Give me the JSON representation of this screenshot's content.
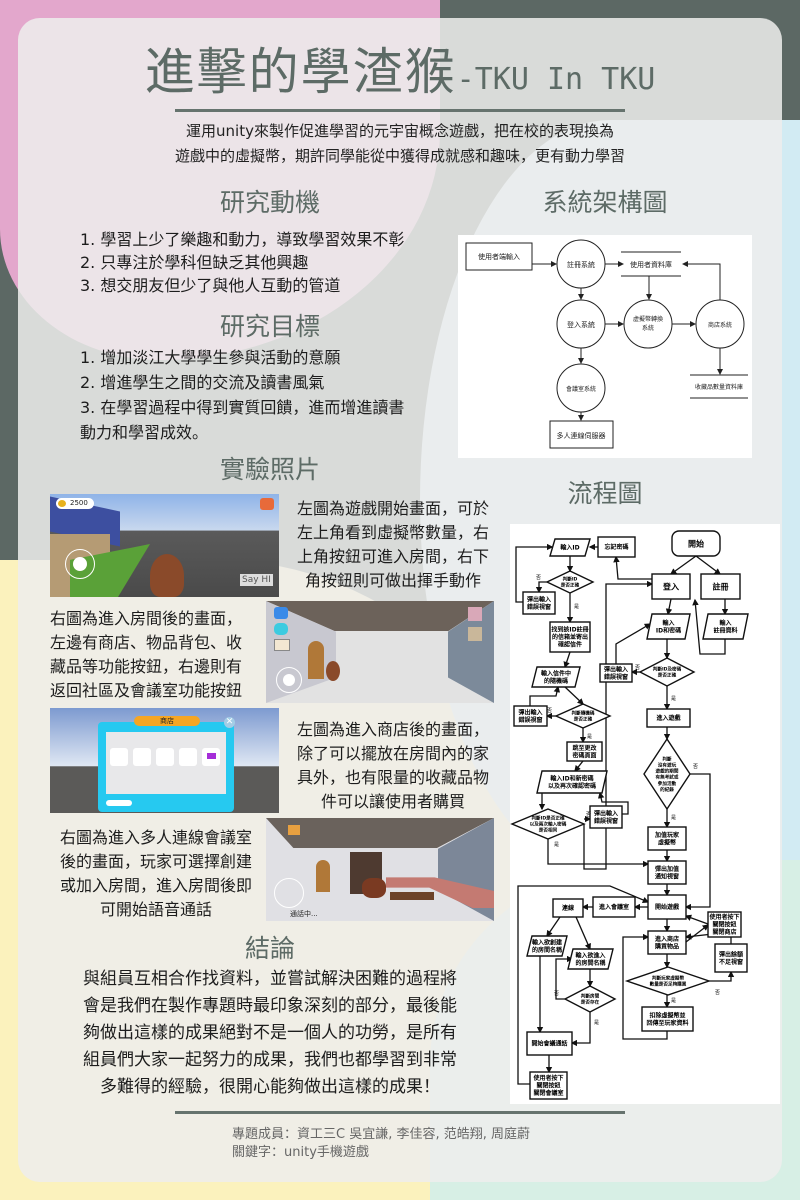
{
  "header": {
    "title": "進擊的學渣猴",
    "title_suffix": "-TKU In TKU",
    "subtitle_lines": [
      "運用unity來製作促進學習的元宇宙概念遊戲，把在校的表現換為",
      "遊戲中的虛擬幣，期許同學能從中獲得成就感和趣味，更有動力學習"
    ]
  },
  "motivation": {
    "heading": "研究動機",
    "items": [
      "1. 學習上少了樂趣和動力，導致學習效果不彰",
      "2. 只專注於學科但缺乏其他興趣",
      "3. 想交朋友但少了與他人互動的管道"
    ]
  },
  "goals": {
    "heading": "研究目標",
    "items": [
      "1. 增加淡江大學學生參與活動的意願",
      "2. 增進學生之間的交流及讀書風氣",
      "3. 在學習過程中得到實質回饋，進而增進讀書",
      "動力和學習成效。"
    ]
  },
  "photos": {
    "heading": "實驗照片",
    "captions": [
      [
        "左圖為遊戲開始畫面，可於",
        "左上角看到虛擬幣數量，右",
        "上角按鈕可進入房間，右下",
        "角按鈕則可做出揮手動作"
      ],
      [
        "右圖為進入房間後的畫面，",
        "左邊有商店、物品背包、收",
        "藏品等功能按鈕，右邊則有",
        "返回社區及會議室功能按鈕"
      ],
      [
        "左圖為進入商店後的畫面，",
        "除了可以擺放在房間內的家",
        "具外，也有限量的收藏品物",
        "件可以讓使用者購買"
      ],
      [
        "右圖為進入多人連線會議室",
        "後的畫面，玩家可選擇創建",
        "或加入房間，進入房間後即",
        "可開始語音通話"
      ]
    ],
    "coin_count": "2500",
    "say_hi_button": "Say HI",
    "shop_title": "商店",
    "call_status": "通話中..."
  },
  "conclusion": {
    "heading": "結論",
    "lines": [
      "與組員互相合作找資料，並嘗試解決困難的過程將",
      "會是我們在製作專題時最印象深刻的部分，最後能",
      "夠做出這樣的成果絕對不是一個人的功勞，是所有",
      "組員們大家一起努力的成果，我們也都學習到非常",
      "多難得的經驗，很開心能夠做出這樣的成果！"
    ]
  },
  "architecture": {
    "heading": "系統架構圖",
    "nodes": {
      "client_input": "使用者端輸入",
      "register_system": "註冊系統",
      "user_db": "使用者資料庫",
      "login_system": "登入系統",
      "currency_system_1": "虛擬幣轉換",
      "currency_system_2": "系統",
      "shop_system": "商店系統",
      "meeting_system": "會議室系統",
      "multiplayer_server": "多人連線伺服器",
      "collection_db": "收藏品數量資料庫"
    }
  },
  "flowchart": {
    "heading": "流程圖",
    "yes": "是",
    "no": "否",
    "nodes": [
      [
        "開始"
      ],
      [
        "登入"
      ],
      [
        "註冊"
      ],
      [
        "忘記密碼"
      ],
      [
        "輸入ID"
      ],
      [
        "判斷ID",
        "是否正確"
      ],
      [
        "彈出輸入",
        "錯誤視窗"
      ],
      [
        "找到該ID註冊",
        "的信箱並寄出",
        "確認信件"
      ],
      [
        "輸入信件中",
        "的隨機碼"
      ],
      [
        "判斷隨機碼",
        "是否正確"
      ],
      [
        "彈出輸入",
        "錯誤視窗"
      ],
      [
        "跳至更改",
        "密碼頁面"
      ],
      [
        "輸入ID和新密碼",
        "以及再次確認密碼"
      ],
      [
        "判斷ID是否正確",
        "以及兩次輸入密碼",
        "是否相同"
      ],
      [
        "彈出輸入",
        "錯誤視窗"
      ],
      [
        "輸入",
        "ID和密碼"
      ],
      [
        "輸入",
        "註冊資料"
      ],
      [
        "判斷ID及密碼",
        "是否正確"
      ],
      [
        "彈出輸入",
        "錯誤視窗"
      ],
      [
        "進入遊戲"
      ],
      [
        "判斷",
        "沒有遊玩",
        "遊戲的期間",
        "有無考試或",
        "參加活動",
        "的紀錄"
      ],
      [
        "加值玩家",
        "虛擬幣"
      ],
      [
        "彈出加值",
        "通知視窗"
      ],
      [
        "開始遊戲"
      ],
      [
        "進入會議室"
      ],
      [
        "連線"
      ],
      [
        "使用者按下",
        "關閉按鈕",
        "關閉商店"
      ],
      [
        "進入商店",
        "購買物品"
      ],
      [
        "彈出餘額",
        "不足視窗"
      ],
      [
        "判斷玩家虛擬幣",
        "數量是否足夠購買"
      ],
      [
        "扣除虛擬幣並",
        "回傳至玩家資料"
      ],
      [
        "輸入欲創建",
        "的房間名稱"
      ],
      [
        "輸入欲進入",
        "的房間名稱"
      ],
      [
        "判斷房間",
        "是否存在"
      ],
      [
        "開始會議通話"
      ],
      [
        "使用者按下",
        "關閉按鈕",
        "關閉會議室"
      ]
    ]
  },
  "footer": {
    "members": "專題成員：資工三C 吳宜謙, 李佳容, 范皓翔, 周庭蔚",
    "keywords": "關鍵字：unity手機遊戲"
  },
  "colors": {
    "background": "#5c6864",
    "heading": "#5d6b66",
    "pink": "#e7a9cf",
    "yellow": "#fbf1b8",
    "blue": "#cfe9f2"
  }
}
